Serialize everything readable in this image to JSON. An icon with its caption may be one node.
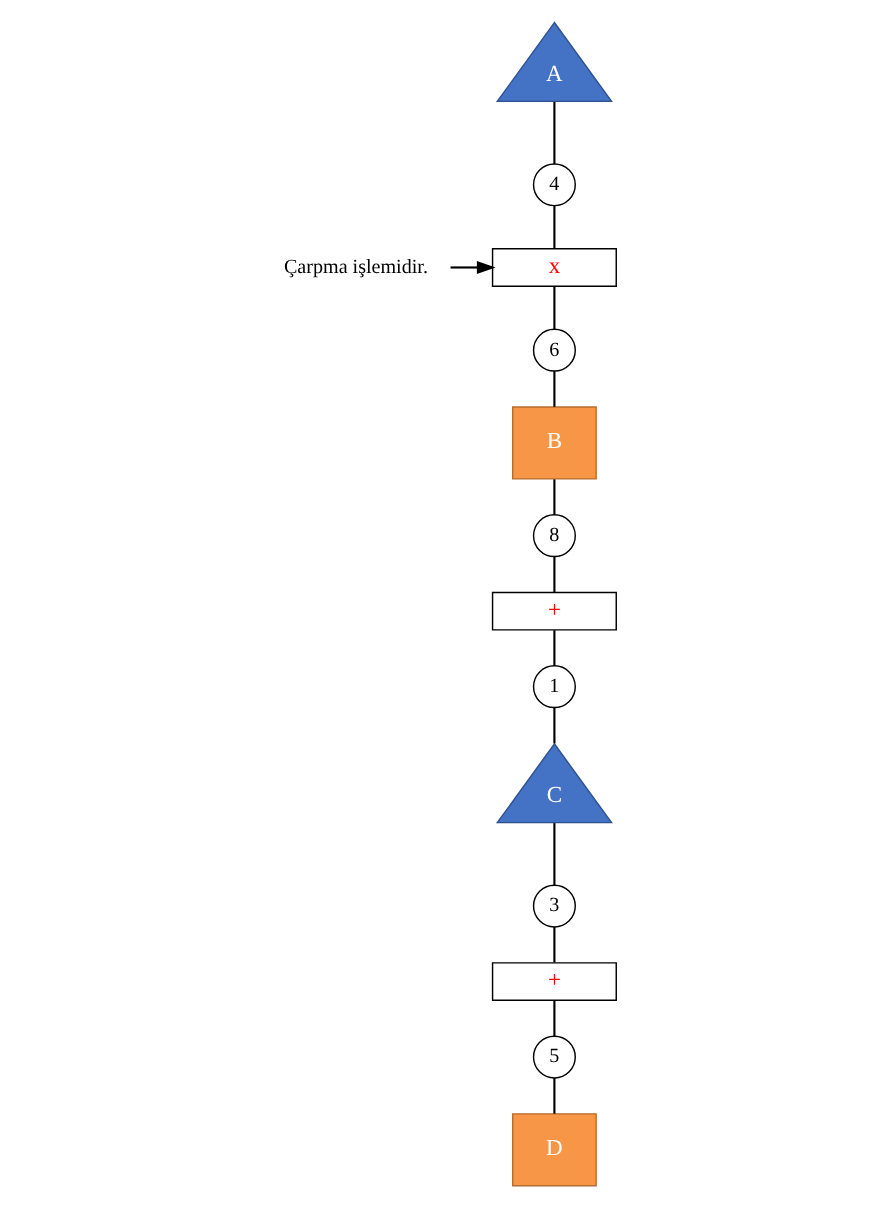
{
  "diagram": {
    "nodes": [
      {
        "text": [
          "A"
        ]
      },
      {
        "text": [
          "4"
        ]
      },
      {
        "text": [
          "x"
        ]
      },
      {
        "text": [
          "Çarpma işlemidir."
        ]
      },
      {
        "text": [
          "6"
        ]
      },
      {
        "text": [
          "B"
        ]
      },
      {
        "text": [
          "8"
        ]
      },
      {
        "text": [
          "+"
        ]
      },
      {
        "text": [
          "1"
        ]
      },
      {
        "text": [
          "C"
        ]
      },
      {
        "text": [
          "3"
        ]
      },
      {
        "text": [
          "+"
        ]
      },
      {
        "text": [
          "5"
        ]
      },
      {
        "text": [
          "D"
        ]
      }
    ],
    "edges": [
      {
        "from": 0,
        "to": 1,
        "arrow": "none"
      },
      {
        "from": 1,
        "to": 2,
        "arrow": "none"
      },
      {
        "from": 3,
        "to": 2,
        "arrow": "to"
      },
      {
        "from": 2,
        "to": 4,
        "arrow": "none"
      },
      {
        "from": 4,
        "to": 5,
        "arrow": "none"
      },
      {
        "from": 5,
        "to": 6,
        "arrow": "none"
      },
      {
        "from": 6,
        "to": 7,
        "arrow": "none"
      },
      {
        "from": 7,
        "to": 8,
        "arrow": "none"
      },
      {
        "from": 8,
        "to": 9,
        "arrow": "none"
      },
      {
        "from": 9,
        "to": 10,
        "arrow": "none"
      },
      {
        "from": 10,
        "to": 11,
        "arrow": "none"
      },
      {
        "from": 11,
        "to": 12,
        "arrow": "none"
      },
      {
        "from": 12,
        "to": 13,
        "arrow": "none"
      }
    ]
  }
}
